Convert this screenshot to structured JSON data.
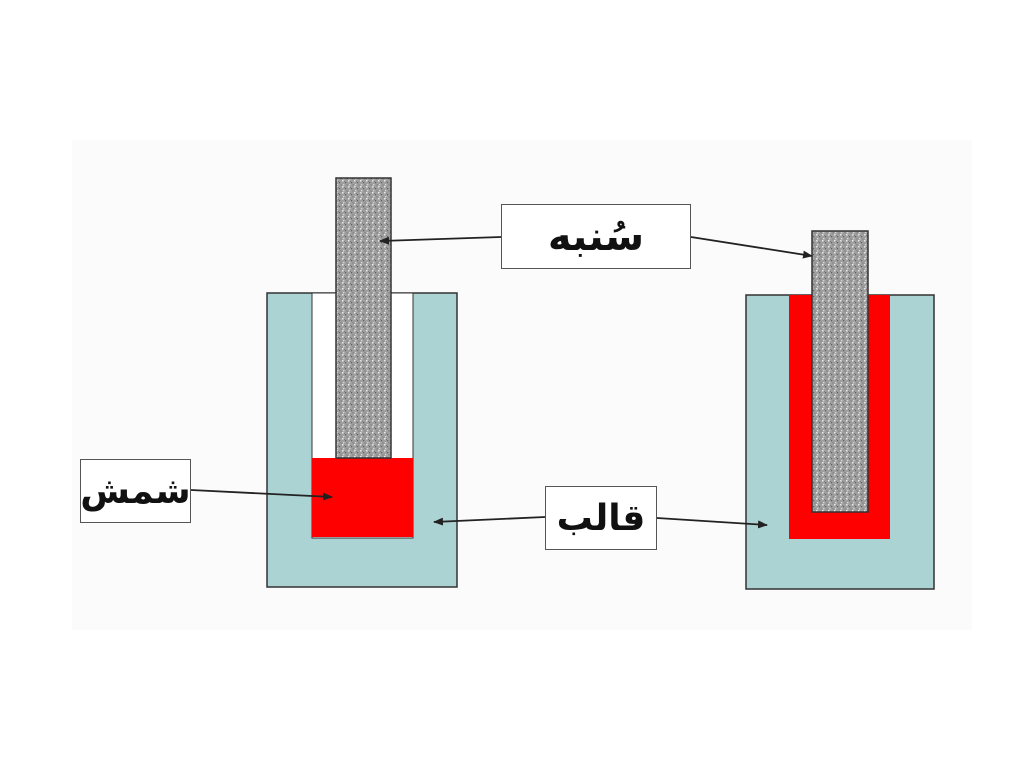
{
  "labels": {
    "punch": "سُنبه",
    "mold": "قالب",
    "billet": "شمش"
  },
  "colors": {
    "mold": "#abd3d3",
    "billet": "#ff0000",
    "punch_base": "#9a9a9a",
    "outline": "#333333",
    "arrow": "#222222"
  }
}
